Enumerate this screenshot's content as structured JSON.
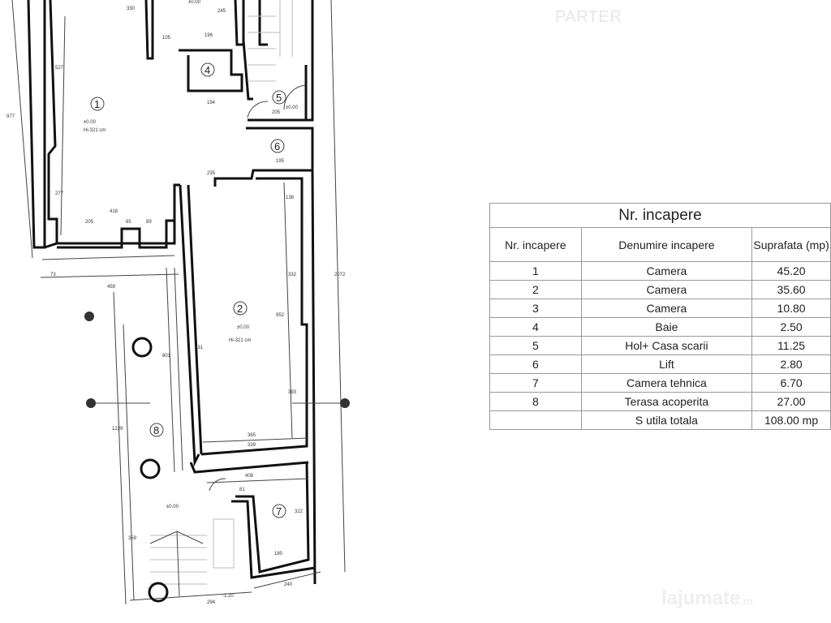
{
  "title": "PARTER",
  "plan": {
    "rooms": [
      {
        "nr": "1",
        "level": "±0.00",
        "height": "Hi-321 cm"
      },
      {
        "nr": "2",
        "level": "±0.00",
        "height": "Hi-321 cm"
      },
      {
        "nr": "4"
      },
      {
        "nr": "5",
        "level": "±0.00"
      },
      {
        "nr": "6"
      },
      {
        "nr": "7"
      },
      {
        "nr": "8",
        "level": "±0.00"
      }
    ],
    "top_level": "±0.00",
    "bottom_level": "-1.20",
    "dimensions": {
      "d977": "977",
      "d2072": "2072",
      "d1229": "1229",
      "d527": "527",
      "d277": "277",
      "d418": "418",
      "d205": "205",
      "d65": "65",
      "d89": "89",
      "d73": "73",
      "d459": "459",
      "d194": "194",
      "d196": "196",
      "d105": "105",
      "d195": "195",
      "d235": "235",
      "d205b": "205",
      "d952": "952",
      "d332": "332",
      "d393": "393",
      "d365": "365",
      "d339": "339",
      "d408": "408",
      "d81": "81",
      "d322": "322",
      "d180": "180",
      "d240": "240",
      "d294": "294",
      "d359": "359",
      "d731": "731",
      "d801": "801",
      "d138": "138",
      "d330": "330",
      "d245": "245"
    }
  },
  "table": {
    "caption": "Nr. incapere",
    "headers": [
      "Nr. incapere",
      "Denumire incapere",
      "Suprafata (mp)"
    ],
    "rows": [
      {
        "nr": "1",
        "name": "Camera",
        "area": "45.20"
      },
      {
        "nr": "2",
        "name": "Camera",
        "area": "35.60"
      },
      {
        "nr": "3",
        "name": "Camera",
        "area": "10.80"
      },
      {
        "nr": "4",
        "name": "Baie",
        "area": "2.50"
      },
      {
        "nr": "5",
        "name": "Hol+ Casa scarii",
        "area": "11.25"
      },
      {
        "nr": "6",
        "name": "Lift",
        "area": "2.80"
      },
      {
        "nr": "7",
        "name": "Camera tehnica",
        "area": "6.70"
      },
      {
        "nr": "8",
        "name": "Terasa acoperita",
        "area": "27.00"
      }
    ],
    "total": {
      "nr": "",
      "name": "S utila totala",
      "area": "108.00 mp"
    }
  },
  "watermark": {
    "text": "lajumate",
    "suffix": ".ro"
  }
}
